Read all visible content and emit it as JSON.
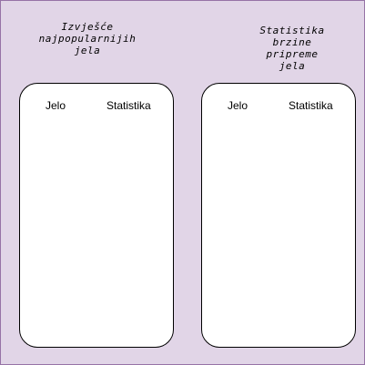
{
  "panels": [
    {
      "title_lines": [
        "Izvješće",
        "najpopularnijih",
        "jela"
      ],
      "columns": [
        "Jelo",
        "Statistika"
      ]
    },
    {
      "title_lines": [
        "Statistika",
        "brzine",
        "pripreme",
        "jela"
      ],
      "columns": [
        "Jelo",
        "Statistika"
      ]
    }
  ],
  "colors": {
    "background": "#e1d5e7",
    "background_border": "#9673a6",
    "card_fill": "#ffffff",
    "card_border": "#000000"
  }
}
